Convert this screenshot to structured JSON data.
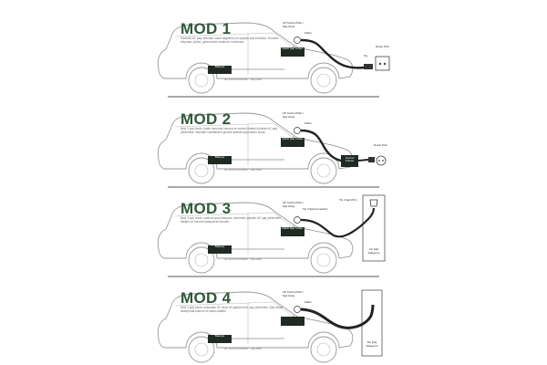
{
  "colors": {
    "accent": "#2e5a3a",
    "outline": "#9a9a9a",
    "cable": "#222222",
    "divider": "#555555"
  },
  "modes": [
    {
      "title": "MOD 1",
      "description": "Elektrikli AC şarjı standart soket bağlantısı ile yapılan şarj modudur. Koruma ekipmanı yoktur, günümüzde kullanımı önerilmez.",
      "inlet_label": "CP Kontrol Pilot / Şarj Girişi",
      "cable_label": "Kablo",
      "plug_label": "Fiş",
      "socket_label": "Duvar Prizi",
      "battery_label": "Batarya",
      "charger_label": "Dahili Şarj Cihazı",
      "note": "IEC 62196 STANDART · Şarj modu"
    },
    {
      "title": "MOD 2",
      "description": "Mod 2 şarj modu, kablo üzerinde koruma ve kontrol ünitesi bulunan AC şarj yöntemidir. Standart soketlerden güvenli şekilde şarj imkanı sunar.",
      "inlet_label": "CP Kontrol Pilot / Şarj Girişi",
      "cable_label": "Kablo",
      "control_box_label": "Kontrol Kutusu",
      "socket_label": "Duvar Prizi",
      "battery_label": "Batarya",
      "charger_label": "Dahili Şarj Cihazı",
      "note": "IEC 62196 STANDART · Şarj modu"
    },
    {
      "title": "MOD 3",
      "description": "Mod 3 şarj modu, sabit bir şarj istasyonu üzerinden yapılan AC şarj yöntemidir. İletişim ve koruma istasyonda bulunur.",
      "inlet_label": "CP Kontrol Pilot / Şarj Girişi",
      "connector_label": "Tip 2 Şarj Konektörü",
      "station_socket_label": "Tip 2 Şarj Prizi",
      "station_label": "AC Şarj İstasyonu",
      "battery_label": "Batarya",
      "charger_label": "Dahili Şarj Cihazı",
      "note": "IEC 62196 STANDART · Şarj modu"
    },
    {
      "title": "MOD 4",
      "description": "Mod 4 şarj modu, doğrudan DC akım ile yapılan hızlı şarj yöntemidir. Şarj cihazı istasyonda bulunur ve kablo sabittir.",
      "inlet_label": "CP Kontrol Pilot / Şarj Girişi",
      "cable_label": "Kablo",
      "station_label": "DC Şarj İstasyonu",
      "battery_label": "Batarya",
      "note": "IEC 62196 STANDART · Şarj modu"
    }
  ]
}
